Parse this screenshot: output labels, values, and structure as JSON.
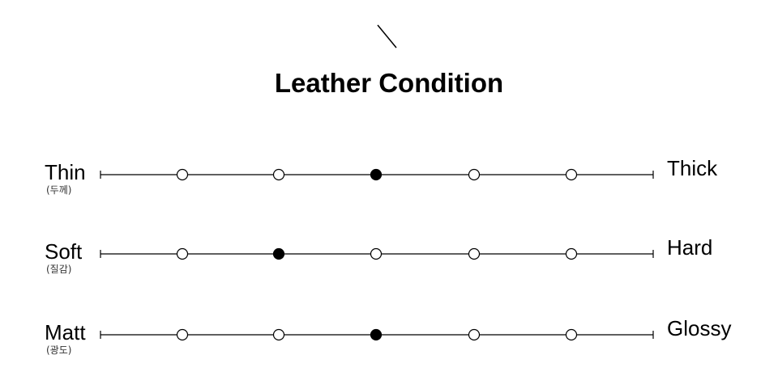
{
  "title": "Leather Condition",
  "scales": [
    {
      "left_label": "Thin",
      "left_sublabel": "(두께)",
      "right_label": "Thick",
      "points": 5,
      "selected": 3
    },
    {
      "left_label": "Soft",
      "left_sublabel": "(질감)",
      "right_label": "Hard",
      "points": 5,
      "selected": 2
    },
    {
      "left_label": "Matt",
      "left_sublabel": "(광도)",
      "right_label": "Glossy",
      "points": 5,
      "selected": 3
    }
  ],
  "colors": {
    "line": "#000000",
    "filled_dot": "#000000",
    "empty_dot": "#ffffff"
  }
}
